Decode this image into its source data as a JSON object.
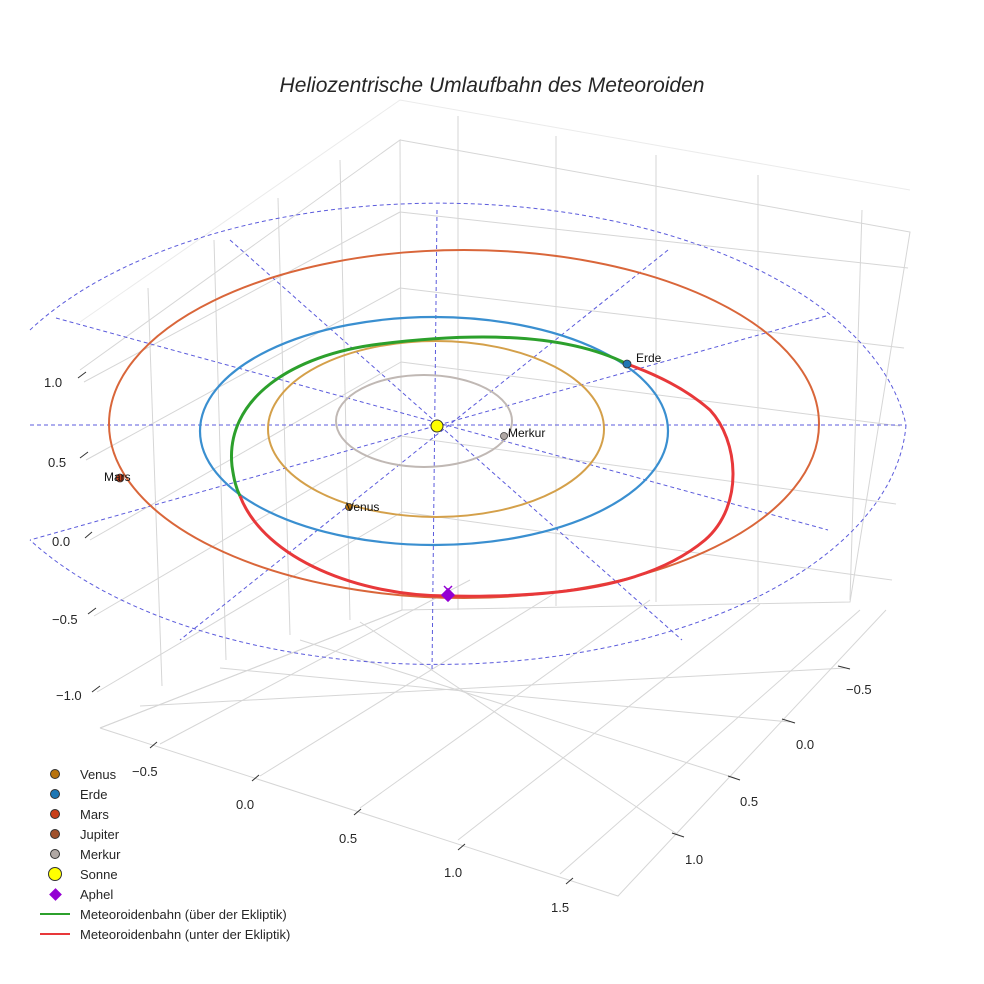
{
  "title": "Heliozentrische Umlaufbahn des Meteoroiden",
  "colors": {
    "venus": "#d4a04a",
    "venus_marker": "#b8730e",
    "erde": "#3a8fd0",
    "erde_marker": "#1f77b4",
    "mars": "#d9663a",
    "mars_marker": "#c8401a",
    "jupiter_marker": "#a0522d",
    "merkur": "#c0b8b4",
    "merkur_marker": "#b0a8a4",
    "sonne": "#ffff00",
    "aphel": "#9400d3",
    "above": "#2ca02c",
    "below": "#e8383a",
    "ecliptic_grid": "#5b5bdc",
    "box_grid": "#d0d0d0"
  },
  "labels": {
    "venus": "Venus",
    "erde": "Erde",
    "mars": "Mars",
    "merkur": "Merkur"
  },
  "axes": {
    "z_ticks": [
      "1.0",
      "0.5",
      "0.0",
      "−0.5",
      "−1.0"
    ],
    "x_ticks": [
      "−0.5",
      "0.0",
      "0.5",
      "1.0",
      "1.5"
    ],
    "y_ticks": [
      "−0.5",
      "0.0",
      "0.5",
      "1.0"
    ]
  },
  "legend": {
    "items": [
      {
        "label": "Venus",
        "type": "dot",
        "color": "#b8730e"
      },
      {
        "label": "Erde",
        "type": "dot",
        "color": "#1f77b4"
      },
      {
        "label": "Mars",
        "type": "dot",
        "color": "#c8401a"
      },
      {
        "label": "Jupiter",
        "type": "dot",
        "color": "#a0522d"
      },
      {
        "label": "Merkur",
        "type": "dot",
        "color": "#b0a8a4"
      },
      {
        "label": "Sonne",
        "type": "big",
        "color": "#ffff00"
      },
      {
        "label": "Aphel",
        "type": "diamond",
        "color": "#9400d3"
      },
      {
        "label": "Meteoroidenbahn (über der Ekliptik)",
        "type": "line",
        "color": "#2ca02c"
      },
      {
        "label": "Meteoroidenbahn (unter der Ekliptik)",
        "type": "line",
        "color": "#e8383a"
      }
    ]
  },
  "chart_data": {
    "type": "scatter3d",
    "title": "Heliozentrische Umlaufbahn des Meteoroiden",
    "xlabel": "",
    "ylabel": "",
    "zlabel": "",
    "x_ticks": [
      -0.5,
      0.0,
      0.5,
      1.0,
      1.5
    ],
    "y_ticks": [
      -0.5,
      0.0,
      0.5,
      1.0
    ],
    "z_ticks": [
      -1.0,
      -0.5,
      0.0,
      0.5,
      1.0
    ],
    "orbits_au": [
      {
        "name": "Merkur",
        "a": 0.39
      },
      {
        "name": "Venus",
        "a": 0.72
      },
      {
        "name": "Erde",
        "a": 1.0
      },
      {
        "name": "Mars",
        "a": 1.52
      }
    ],
    "meteoroid_orbit": {
      "segments": [
        "Meteoroidenbahn (über der Ekliptik)",
        "Meteoroidenbahn (unter der Ekliptik)"
      ],
      "perihelion_near": "Erde",
      "aphel_marker": "Aphel"
    },
    "points": [
      "Sonne",
      "Merkur",
      "Venus",
      "Erde",
      "Mars",
      "Aphel"
    ],
    "legend_position": "lower left",
    "grid": true
  }
}
